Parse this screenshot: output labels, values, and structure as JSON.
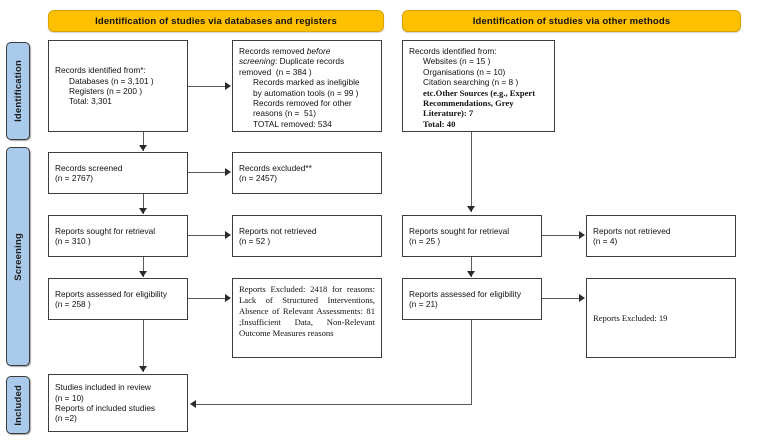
{
  "diagram": {
    "title": "PRISMA 2020 flow diagram",
    "colors": {
      "banner": "#ffc000",
      "phase_pill": "#a9caea",
      "box_border": "#3d3d3d",
      "connector": "#5a5a5a"
    }
  },
  "phases": [
    {
      "id": "identification",
      "label": "Identification"
    },
    {
      "id": "screening",
      "label": "Screening"
    },
    {
      "id": "included",
      "label": "Included"
    }
  ],
  "banners": [
    {
      "id": "databases",
      "label": "Identification of studies via databases and registers"
    },
    {
      "id": "other-methods",
      "label": "Identification of studies via other methods"
    }
  ],
  "boxes": {
    "records_identified": {
      "lines": [
        "Records identified from*:",
        "Databases (n = 3,101 )",
        "Registers (n = 200 )",
        "Total: 3,301"
      ]
    },
    "records_removed": {
      "lines": [
        "Records removed before",
        "screening: Duplicate records",
        "removed  (n = 384 )",
        "Records marked as ineligible",
        "by automation tools (n = 99 )",
        "Records removed for other",
        "reasons (n =  51)",
        "TOTAL removed: 534"
      ]
    },
    "records_identified_other": {
      "lines": [
        "Records identified from:",
        "Websites (n = 15 )",
        "Organisations (n = 10)",
        "Citation searching (n = 8 )",
        "etc.Other Sources (e.g., Expert",
        "Recommendations, Grey",
        "Literature): 7",
        "Total: 40"
      ]
    },
    "records_screened": {
      "lines": [
        "Records screened",
        "(n = 2767)"
      ]
    },
    "records_excluded": {
      "lines": [
        "Records excluded**",
        "(n = 2457)"
      ]
    },
    "reports_sought_left": {
      "lines": [
        "Reports sought for retrieval",
        "(n = 310 )"
      ]
    },
    "reports_not_retrieved_left": {
      "lines": [
        "Reports not retrieved",
        "(n = 52 )"
      ]
    },
    "reports_sought_right": {
      "lines": [
        "Reports sought for retrieval",
        "(n = 25 )"
      ]
    },
    "reports_not_retrieved_right": {
      "lines": [
        "Reports not retrieved",
        "(n = 4)"
      ]
    },
    "reports_assessed_left": {
      "lines": [
        "Reports assessed for eligibility",
        "(n = 258 )"
      ]
    },
    "reports_excluded_left": {
      "text": "Reports Excluded: 2418 for reasons: Lack of Structured Interventions, Absence of Relevant Assessments: 81 ;Insufficient Data, Non-Relevant Outcome Measures reasons"
    },
    "reports_assessed_right": {
      "lines": [
        "Reports assessed for eligibility",
        "(n = 21)"
      ]
    },
    "reports_excluded_right": {
      "text": "Reports Excluded: 19"
    },
    "studies_included": {
      "lines": [
        "Studies included in review",
        "(n = 10)",
        "Reports of included studies",
        "(n =2)"
      ]
    }
  }
}
